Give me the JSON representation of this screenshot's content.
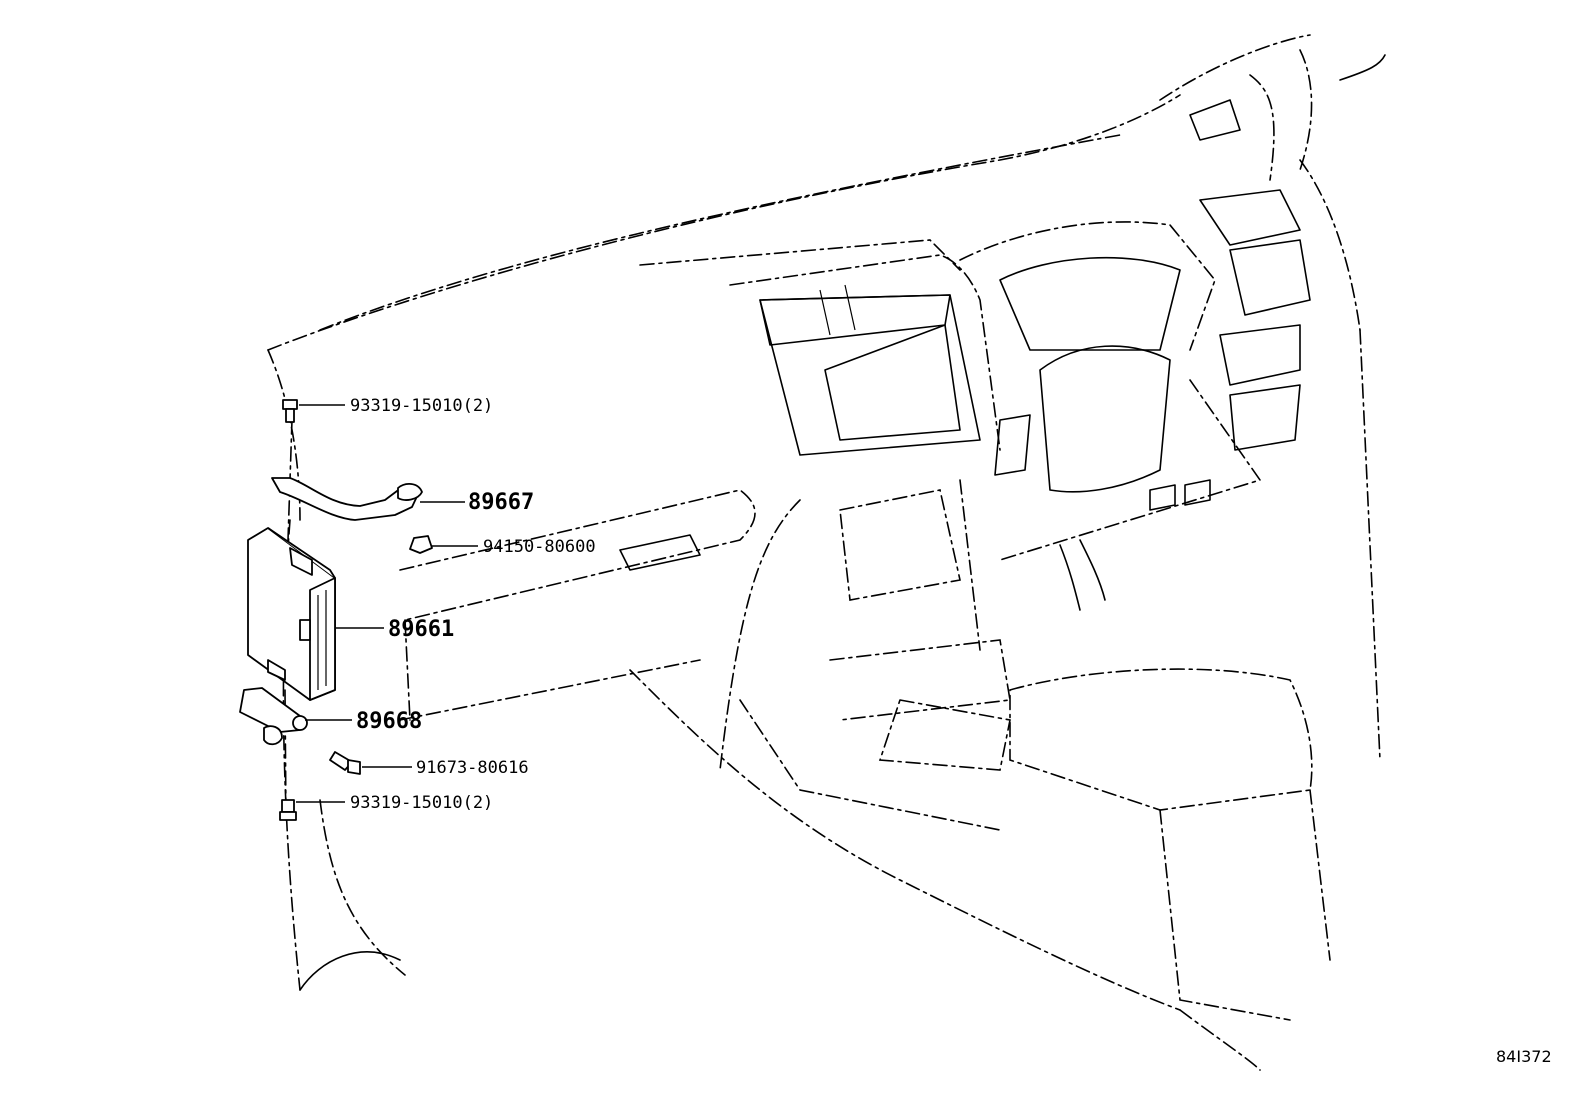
{
  "callouts": {
    "bolt_top": "93319-15010(2)",
    "bracket_upper": "89667",
    "nut": "94150-80600",
    "ecu": "89661",
    "bracket_lower": "89668",
    "bolt_mid": "91673-80616",
    "bolt_bottom": "93319-15010(2)"
  },
  "figure_id": "84I372"
}
